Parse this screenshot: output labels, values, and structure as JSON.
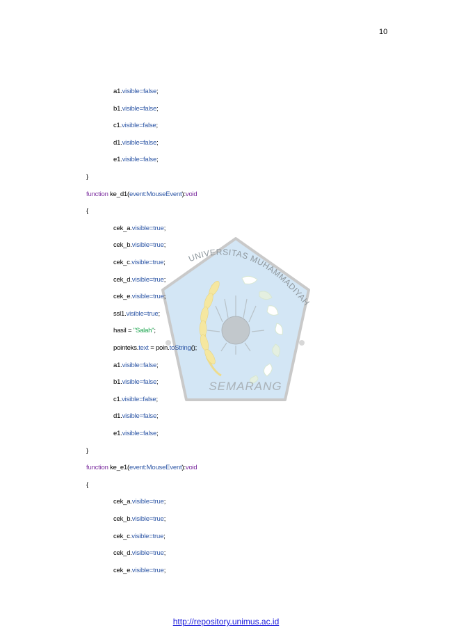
{
  "page": {
    "number": "10",
    "footer_link": "http://repository.unimus.ac.id"
  },
  "watermark": {
    "top_text": "UNIVERSITAS MUHAMMADIYAH",
    "bottom_text": "SEMARANG"
  },
  "colors": {
    "keyword": "#7a2b9e",
    "property": "#2e57a6",
    "string": "#16a34a",
    "plain": "#000000",
    "link": "#1a1adb"
  },
  "code": {
    "lines": [
      {
        "indent": 1,
        "segments": [
          {
            "t": "a1.",
            "c": "plain"
          },
          {
            "t": "visible=false",
            "c": "pr"
          },
          {
            "t": ";",
            "c": "plain"
          }
        ]
      },
      {
        "indent": 1,
        "segments": [
          {
            "t": "b1.",
            "c": "plain"
          },
          {
            "t": "visible=false",
            "c": "pr"
          },
          {
            "t": ";",
            "c": "plain"
          }
        ]
      },
      {
        "indent": 1,
        "segments": [
          {
            "t": "c1.",
            "c": "plain"
          },
          {
            "t": "visible=false",
            "c": "pr"
          },
          {
            "t": ";",
            "c": "plain"
          }
        ]
      },
      {
        "indent": 1,
        "segments": [
          {
            "t": "d1.",
            "c": "plain"
          },
          {
            "t": "visible=false",
            "c": "pr"
          },
          {
            "t": ";",
            "c": "plain"
          }
        ]
      },
      {
        "indent": 1,
        "segments": [
          {
            "t": "e1.",
            "c": "plain"
          },
          {
            "t": "visible=false",
            "c": "pr"
          },
          {
            "t": ";",
            "c": "plain"
          }
        ]
      },
      {
        "indent": 0,
        "segments": [
          {
            "t": "}",
            "c": "plain"
          }
        ]
      },
      {
        "indent": 0,
        "segments": [
          {
            "t": "function",
            "c": "kw"
          },
          {
            "t": " ke_d1(",
            "c": "plain"
          },
          {
            "t": "event:MouseEvent",
            "c": "pr"
          },
          {
            "t": "):",
            "c": "plain"
          },
          {
            "t": "void",
            "c": "kw"
          }
        ]
      },
      {
        "indent": 0,
        "segments": [
          {
            "t": "{",
            "c": "plain"
          }
        ]
      },
      {
        "indent": 1,
        "segments": [
          {
            "t": "cek_a.",
            "c": "plain"
          },
          {
            "t": "visible=true",
            "c": "pr"
          },
          {
            "t": ";",
            "c": "plain"
          }
        ]
      },
      {
        "indent": 1,
        "segments": [
          {
            "t": "cek_b.",
            "c": "plain"
          },
          {
            "t": "visible=true",
            "c": "pr"
          },
          {
            "t": ";",
            "c": "plain"
          }
        ]
      },
      {
        "indent": 1,
        "segments": [
          {
            "t": "cek_c.",
            "c": "plain"
          },
          {
            "t": "visible=true",
            "c": "pr"
          },
          {
            "t": ";",
            "c": "plain"
          }
        ]
      },
      {
        "indent": 1,
        "segments": [
          {
            "t": "cek_d.",
            "c": "plain"
          },
          {
            "t": "visible=true",
            "c": "pr"
          },
          {
            "t": ";",
            "c": "plain"
          }
        ]
      },
      {
        "indent": 1,
        "segments": [
          {
            "t": "cek_e.",
            "c": "plain"
          },
          {
            "t": "visible=true",
            "c": "pr"
          },
          {
            "t": ";",
            "c": "plain"
          }
        ]
      },
      {
        "indent": 1,
        "segments": [
          {
            "t": "ssl1.",
            "c": "plain"
          },
          {
            "t": "visible=true",
            "c": "pr"
          },
          {
            "t": ";",
            "c": "plain"
          }
        ]
      },
      {
        "indent": 1,
        "segments": [
          {
            "t": "hasil = ",
            "c": "plain"
          },
          {
            "t": "\"Salah\"",
            "c": "st"
          },
          {
            "t": ";",
            "c": "plain"
          }
        ]
      },
      {
        "indent": 1,
        "segments": [
          {
            "t": "pointeks.",
            "c": "plain"
          },
          {
            "t": "text",
            "c": "pr"
          },
          {
            "t": " = poin.",
            "c": "plain"
          },
          {
            "t": "toString",
            "c": "pr"
          },
          {
            "t": "();",
            "c": "plain"
          }
        ]
      },
      {
        "indent": 1,
        "segments": [
          {
            "t": "a1.",
            "c": "plain"
          },
          {
            "t": "visible=false",
            "c": "pr"
          },
          {
            "t": ";",
            "c": "plain"
          }
        ]
      },
      {
        "indent": 1,
        "segments": [
          {
            "t": "b1.",
            "c": "plain"
          },
          {
            "t": "visible=false",
            "c": "pr"
          },
          {
            "t": ";",
            "c": "plain"
          }
        ]
      },
      {
        "indent": 1,
        "segments": [
          {
            "t": "c1.",
            "c": "plain"
          },
          {
            "t": "visible=false",
            "c": "pr"
          },
          {
            "t": ";",
            "c": "plain"
          }
        ]
      },
      {
        "indent": 1,
        "segments": [
          {
            "t": "d1.",
            "c": "plain"
          },
          {
            "t": "visible=false",
            "c": "pr"
          },
          {
            "t": ";",
            "c": "plain"
          }
        ]
      },
      {
        "indent": 1,
        "segments": [
          {
            "t": "e1.",
            "c": "plain"
          },
          {
            "t": "visible=false",
            "c": "pr"
          },
          {
            "t": ";",
            "c": "plain"
          }
        ]
      },
      {
        "indent": 0,
        "segments": [
          {
            "t": "}",
            "c": "plain"
          }
        ]
      },
      {
        "indent": 0,
        "segments": [
          {
            "t": "function",
            "c": "kw"
          },
          {
            "t": " ke_e1(",
            "c": "plain"
          },
          {
            "t": "event:MouseEvent",
            "c": "pr"
          },
          {
            "t": "):",
            "c": "plain"
          },
          {
            "t": "void",
            "c": "kw"
          }
        ]
      },
      {
        "indent": 0,
        "segments": [
          {
            "t": "{",
            "c": "plain"
          }
        ]
      },
      {
        "indent": 1,
        "segments": [
          {
            "t": "cek_a.",
            "c": "plain"
          },
          {
            "t": "visible=true",
            "c": "pr"
          },
          {
            "t": ";",
            "c": "plain"
          }
        ]
      },
      {
        "indent": 1,
        "segments": [
          {
            "t": "cek_b.",
            "c": "plain"
          },
          {
            "t": "visible=true",
            "c": "pr"
          },
          {
            "t": ";",
            "c": "plain"
          }
        ]
      },
      {
        "indent": 1,
        "segments": [
          {
            "t": "cek_c.",
            "c": "plain"
          },
          {
            "t": "visible=true",
            "c": "pr"
          },
          {
            "t": ";",
            "c": "plain"
          }
        ]
      },
      {
        "indent": 1,
        "segments": [
          {
            "t": "cek_d.",
            "c": "plain"
          },
          {
            "t": "visible=true",
            "c": "pr"
          },
          {
            "t": ";",
            "c": "plain"
          }
        ]
      },
      {
        "indent": 1,
        "segments": [
          {
            "t": "cek_e.",
            "c": "plain"
          },
          {
            "t": "visible=true",
            "c": "pr"
          },
          {
            "t": ";",
            "c": "plain"
          }
        ]
      }
    ]
  }
}
